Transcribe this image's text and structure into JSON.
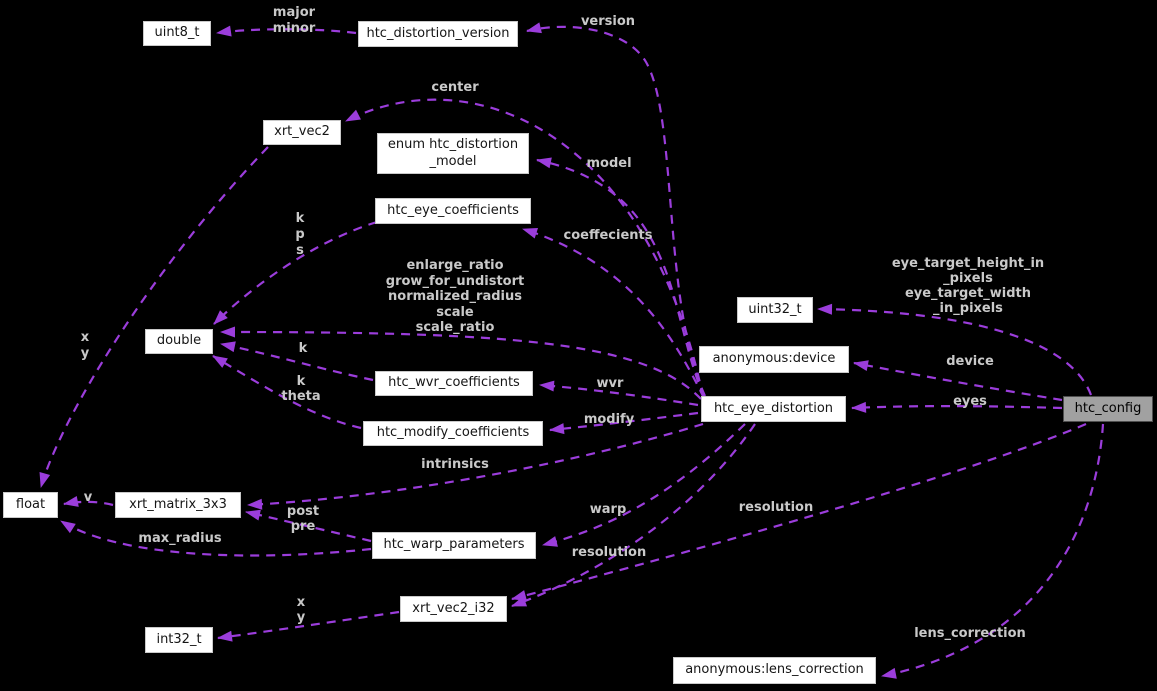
{
  "title": "htc_config collaboration diagram",
  "colors": {
    "background": "#000000",
    "edge": "#9b3ddb",
    "edge_label": "#c9c9c9",
    "node_fill": "#ffffff",
    "node_border": "#c9c9c9",
    "node_text": "#151515",
    "highlight_fill": "#a1a1a1",
    "highlight_border": "#4f4f4f"
  },
  "nodes": {
    "uint8_t": "uint8_t",
    "htc_distortion_version": "htc_distortion_version",
    "xrt_vec2": "xrt_vec2",
    "enum_htc_distortion_model": [
      "enum htc_distortion",
      "_model"
    ],
    "htc_eye_coefficients": "htc_eye_coefficients",
    "double": "double",
    "uint32_t": "uint32_t",
    "anonymous_device": "anonymous:device",
    "htc_eye_distortion": "htc_eye_distortion",
    "htc_config": "htc_config",
    "htc_wvr_coefficients": "htc_wvr_coefficients",
    "htc_modify_coefficients": "htc_modify_coefficients",
    "float": "float",
    "xrt_matrix_3x3": "xrt_matrix_3x3",
    "htc_warp_parameters": "htc_warp_parameters",
    "xrt_vec2_i32": "xrt_vec2_i32",
    "int32_t": "int32_t",
    "anonymous_lens_correction": "anonymous:lens_correction"
  },
  "edge_labels": {
    "major_minor": [
      "major",
      "minor"
    ],
    "version": "version",
    "center": "center",
    "model": "model",
    "coeffecients": "coeffecients",
    "k_p_s": [
      "k",
      "p",
      "s"
    ],
    "eye_coeff_fields": [
      "enlarge_ratio",
      "grow_for_undistort",
      "normalized_radius",
      "scale",
      "scale_ratio"
    ],
    "eye_target": [
      "eye_target_height_in",
      "_pixels",
      "eye_target_width",
      "_in_pixels"
    ],
    "x_y": [
      "x",
      "y"
    ],
    "k": "k",
    "k_theta": [
      "k",
      "theta"
    ],
    "device": "device",
    "eyes": "eyes",
    "wvr": "wvr",
    "modify": "modify",
    "intrinsics": "intrinsics",
    "v": "v",
    "post_pre": [
      "post",
      "pre"
    ],
    "max_radius": "max_radius",
    "warp": "warp",
    "resolution_config": "resolution",
    "resolution_eye": "resolution",
    "x_y_i32": [
      "x",
      "y"
    ],
    "lens_correction": "lens_correction"
  }
}
